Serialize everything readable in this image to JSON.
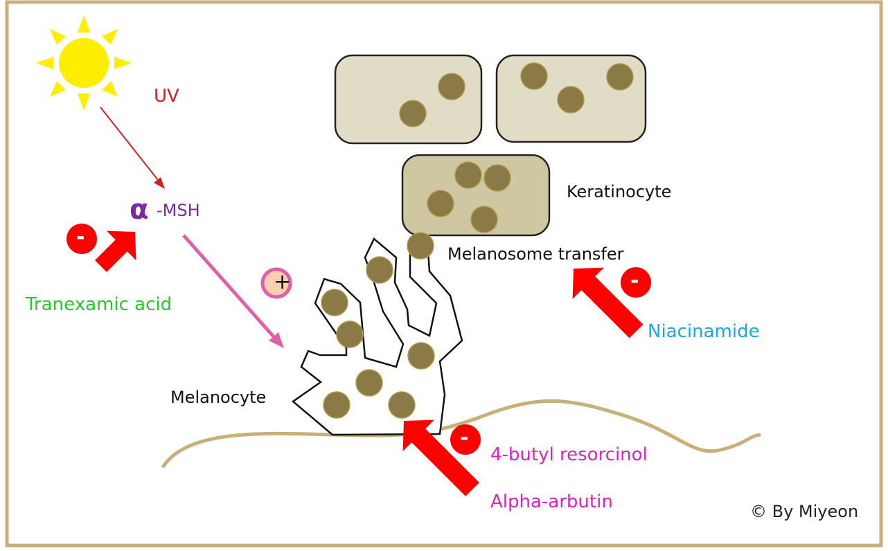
{
  "labels": {
    "uv": "UV",
    "alpha": "α",
    "msh": "-MSH",
    "tranexamic": "Tranexamic  acid",
    "keratinocyte": "Keratinocyte",
    "transfer": "Melanosome  transfer",
    "niacinamide": "Niacinamide",
    "melanocyte": "Melanocyte",
    "butyl": "4-butyl  resorcinol",
    "arbutin": "Alpha-arbutin",
    "copyright": "© By Miyeon",
    "plus": "+",
    "minus": "-"
  },
  "colors": {
    "frame": "#c8b078",
    "uv": "#d02020",
    "msh": "#7a2aa0",
    "tranexamic": "#22cc22",
    "niacinamide": "#1aa8e0",
    "inhibitor": "#e020c0",
    "arrow": "#ff0000",
    "melanosome": "#8b7a45",
    "cell": "#e0dcc6",
    "skin": "#c8b078"
  }
}
